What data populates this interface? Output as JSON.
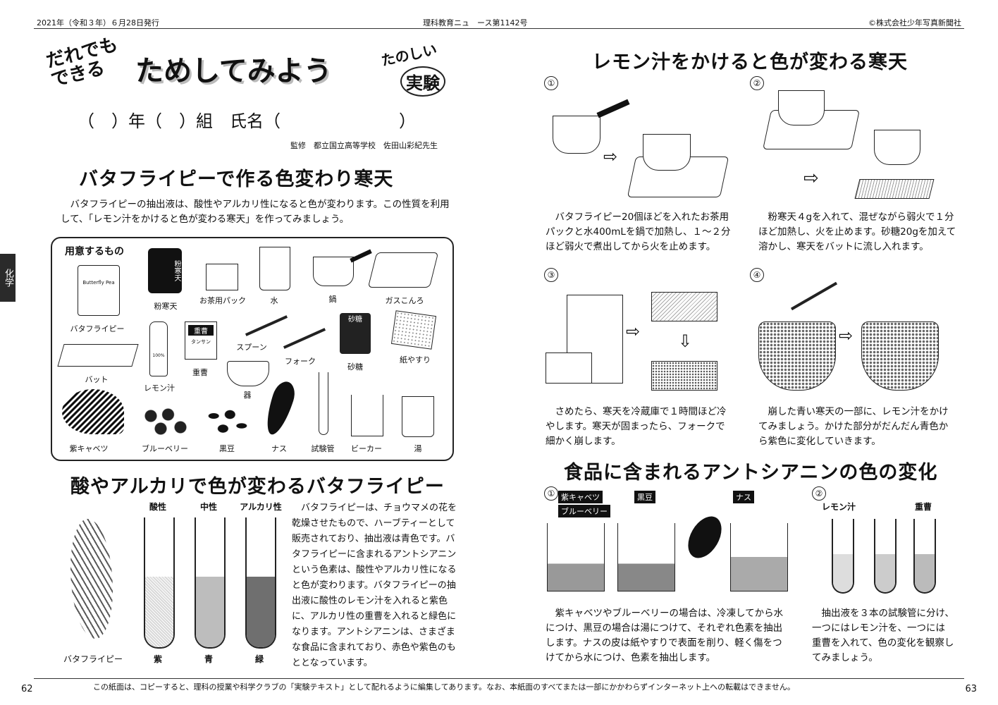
{
  "header": {
    "date": "2021年（令和３年）６月28日発行",
    "issue": "理科教育ニュ　ース第1142号",
    "publisher": "©株式会社少年写真新聞社"
  },
  "left": {
    "banner_small": "だれでもできる",
    "banner_main": "ためしてみよう",
    "banner_tano": "たのしい",
    "banner_jikken": "実験",
    "name_line": "（　）年（　）組　氏名（　　　　　　　）",
    "supervisor": "監修　都立国立高等学校　佐田山彩紀先生",
    "section1_title": "バタフライピーで作る色変わり寒天",
    "intro": "バタフライピーの抽出液は、酸性やアルカリ性になると色が変わります。この性質を利用して、「レモン汁をかけると色が変わる寒天」を作ってみましょう。",
    "materials_title": "用意するもの",
    "materials": [
      "バタフライピー",
      "粉寒天",
      "お茶用パック",
      "水",
      "鍋",
      "ガスこんろ",
      "バット",
      "レモン汁",
      "重曹",
      "スプーン",
      "フォーク",
      "砂糖",
      "紙やすり",
      "器",
      "紫キャベツ",
      "ブルーベリー",
      "黒豆",
      "ナス",
      "試験管",
      "ビーカー",
      "湯"
    ],
    "pack_text": "Butterfly Pea",
    "kanten_text": "粉寒天",
    "juso_text": "重曹",
    "juso_sub": "タンサン",
    "sato_text": "砂糖",
    "lemon_pct": "100%",
    "section2_title": "酸やアルカリで色が変わるバタフライピー",
    "tube_headers": [
      "酸性",
      "中性",
      "アルカリ性"
    ],
    "tube_colors": [
      "紫",
      "青",
      "緑"
    ],
    "flower_label": "バタフライピー",
    "section2_text": "バタフライピーは、チョウマメの花を乾燥させたもので、ハーブティーとして販売されており、抽出液は青色です。バタフライピーに含まれるアントシアニンという色素は、酸性やアルカリ性になると色が変わります。バタフライピーの抽出液に酸性のレモン汁を入れると紫色に、アルカリ性の重曹を入れると緑色になります。アントシアニンは、さまざまな食品に含まれており、赤色や紫色のもととなっています。",
    "page_number": "62"
  },
  "right": {
    "section_title": "レモン汁をかけると色が変わる寒天",
    "steps": [
      {
        "num": "①",
        "text": "バタフライピー20個ほどを入れたお茶用パックと水400mLを鍋で加熱し、１～２分ほど弱火で煮出してから火を止めます。"
      },
      {
        "num": "②",
        "text": "粉寒天４gを入れて、混ぜながら弱火で１分ほど加熱し、火を止めます。砂糖20gを加えて溶かし、寒天をバットに流し入れます。"
      },
      {
        "num": "③",
        "text": "さめたら、寒天を冷蔵庫で１時間ほど冷やします。寒天が固まったら、フォークで細かく崩します。"
      },
      {
        "num": "④",
        "text": "崩した青い寒天の一部に、レモン汁をかけてみましょう。かけた部分がだんだん青色から紫色に変化していきます。"
      }
    ],
    "section2_title": "食品に含まれるアントシアニンの色の変化",
    "sub1_num": "①",
    "sub1_tags": [
      "紫キャベツ",
      "ブルーベリー",
      "黒豆",
      "ナス"
    ],
    "sub1_text": "紫キャベツやブルーベリーの場合は、冷凍してから水につけ、黒豆の場合は湯につけて、それぞれ色素を抽出します。ナスの皮は紙やすりで表面を削り、軽く傷をつけてから水につけ、色素を抽出します。",
    "sub2_num": "②",
    "sub2_labels": [
      "レモン汁",
      "重曹"
    ],
    "sub2_text": "抽出液を３本の試験管に分け、一つにはレモン汁を、一つには重曹を入れて、色の変化を観察してみましょう。",
    "page_number": "63"
  },
  "footer": "この紙面は、コピーすると、理科の授業や科学クラブの「実験テキスト」として配れるように編集してあります。なお、本紙面のすべてまたは一部にかかわらずインターネット上への転載はできません。",
  "side_tab": "化学"
}
